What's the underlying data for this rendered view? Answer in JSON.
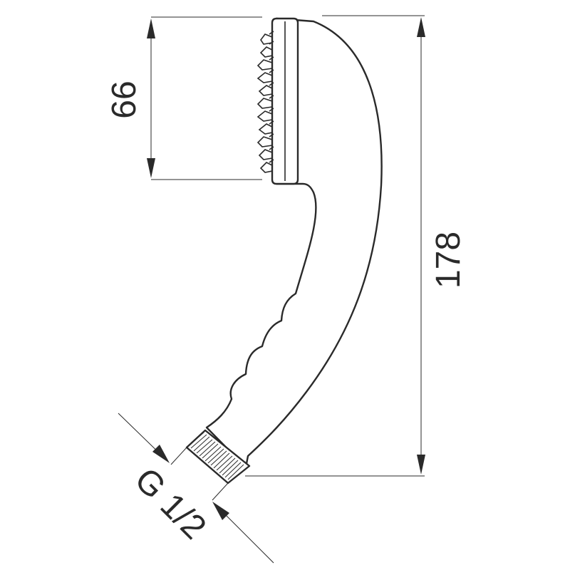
{
  "dimensions": {
    "head_width": "66",
    "total_length": "178",
    "thread": "G 1/2"
  },
  "colors": {
    "line": "#2a2a2a",
    "background": "#ffffff"
  }
}
